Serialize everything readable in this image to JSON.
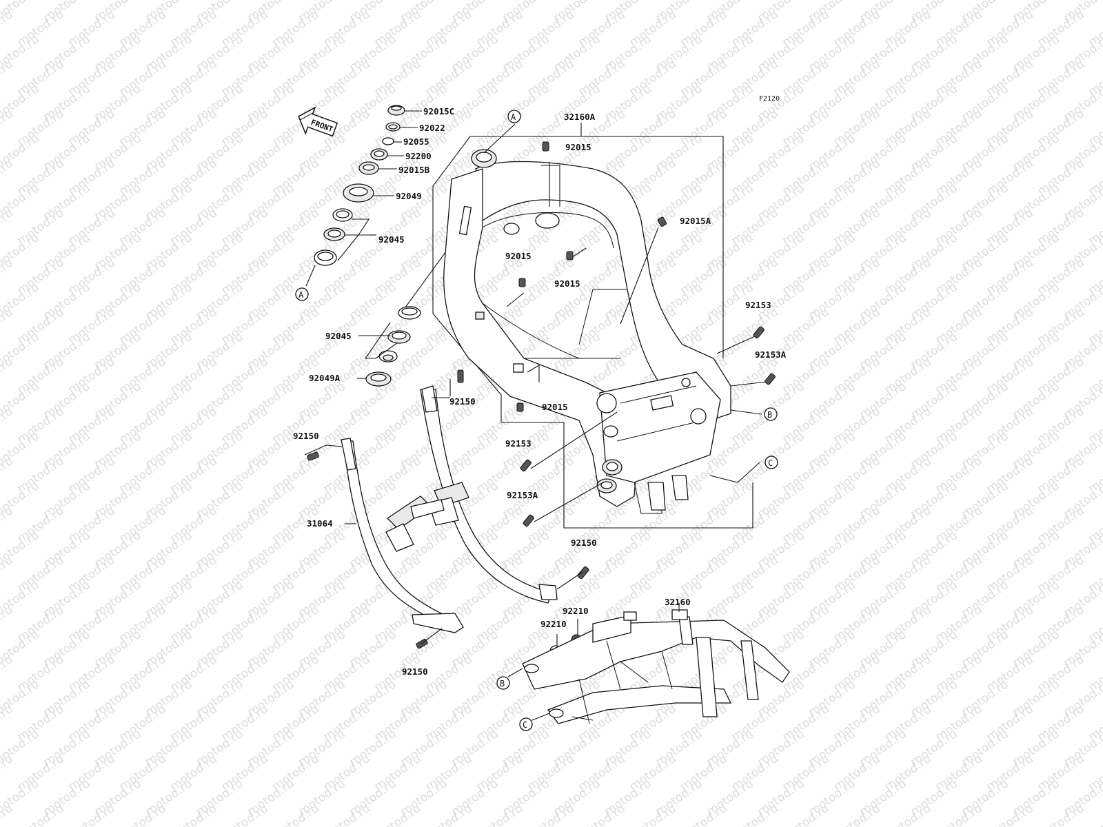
{
  "figure_code": "F2120",
  "watermark_text": "motod.ru",
  "front_label": "FRONT",
  "reference_markers": [
    "A",
    "B",
    "C"
  ],
  "callouts": [
    {
      "id": "92015C",
      "text": "92015C"
    },
    {
      "id": "92022",
      "text": "92022"
    },
    {
      "id": "92055",
      "text": "92055"
    },
    {
      "id": "92200",
      "text": "92200"
    },
    {
      "id": "92015B",
      "text": "92015B"
    },
    {
      "id": "92049",
      "text": "92049"
    },
    {
      "id": "92045_top",
      "text": "92045"
    },
    {
      "id": "92045_mid",
      "text": "92045"
    },
    {
      "id": "92049A",
      "text": "92049A"
    },
    {
      "id": "32160A",
      "text": "32160A"
    },
    {
      "id": "92015_top",
      "text": "92015"
    },
    {
      "id": "92015A",
      "text": "92015A"
    },
    {
      "id": "92015_mid1",
      "text": "92015"
    },
    {
      "id": "92015_mid2",
      "text": "92015"
    },
    {
      "id": "92015_low",
      "text": "92015"
    },
    {
      "id": "92153_right",
      "text": "92153"
    },
    {
      "id": "92153A_right",
      "text": "92153A"
    },
    {
      "id": "92150_upper",
      "text": "92150"
    },
    {
      "id": "92150_left",
      "text": "92150"
    },
    {
      "id": "92153_center",
      "text": "92153"
    },
    {
      "id": "92153A_center",
      "text": "92153A"
    },
    {
      "id": "31064",
      "text": "31064"
    },
    {
      "id": "92150_mid",
      "text": "92150"
    },
    {
      "id": "92210_top",
      "text": "92210"
    },
    {
      "id": "92210_left",
      "text": "92210"
    },
    {
      "id": "32160",
      "text": "32160"
    },
    {
      "id": "92150_bottom",
      "text": "92150"
    }
  ]
}
